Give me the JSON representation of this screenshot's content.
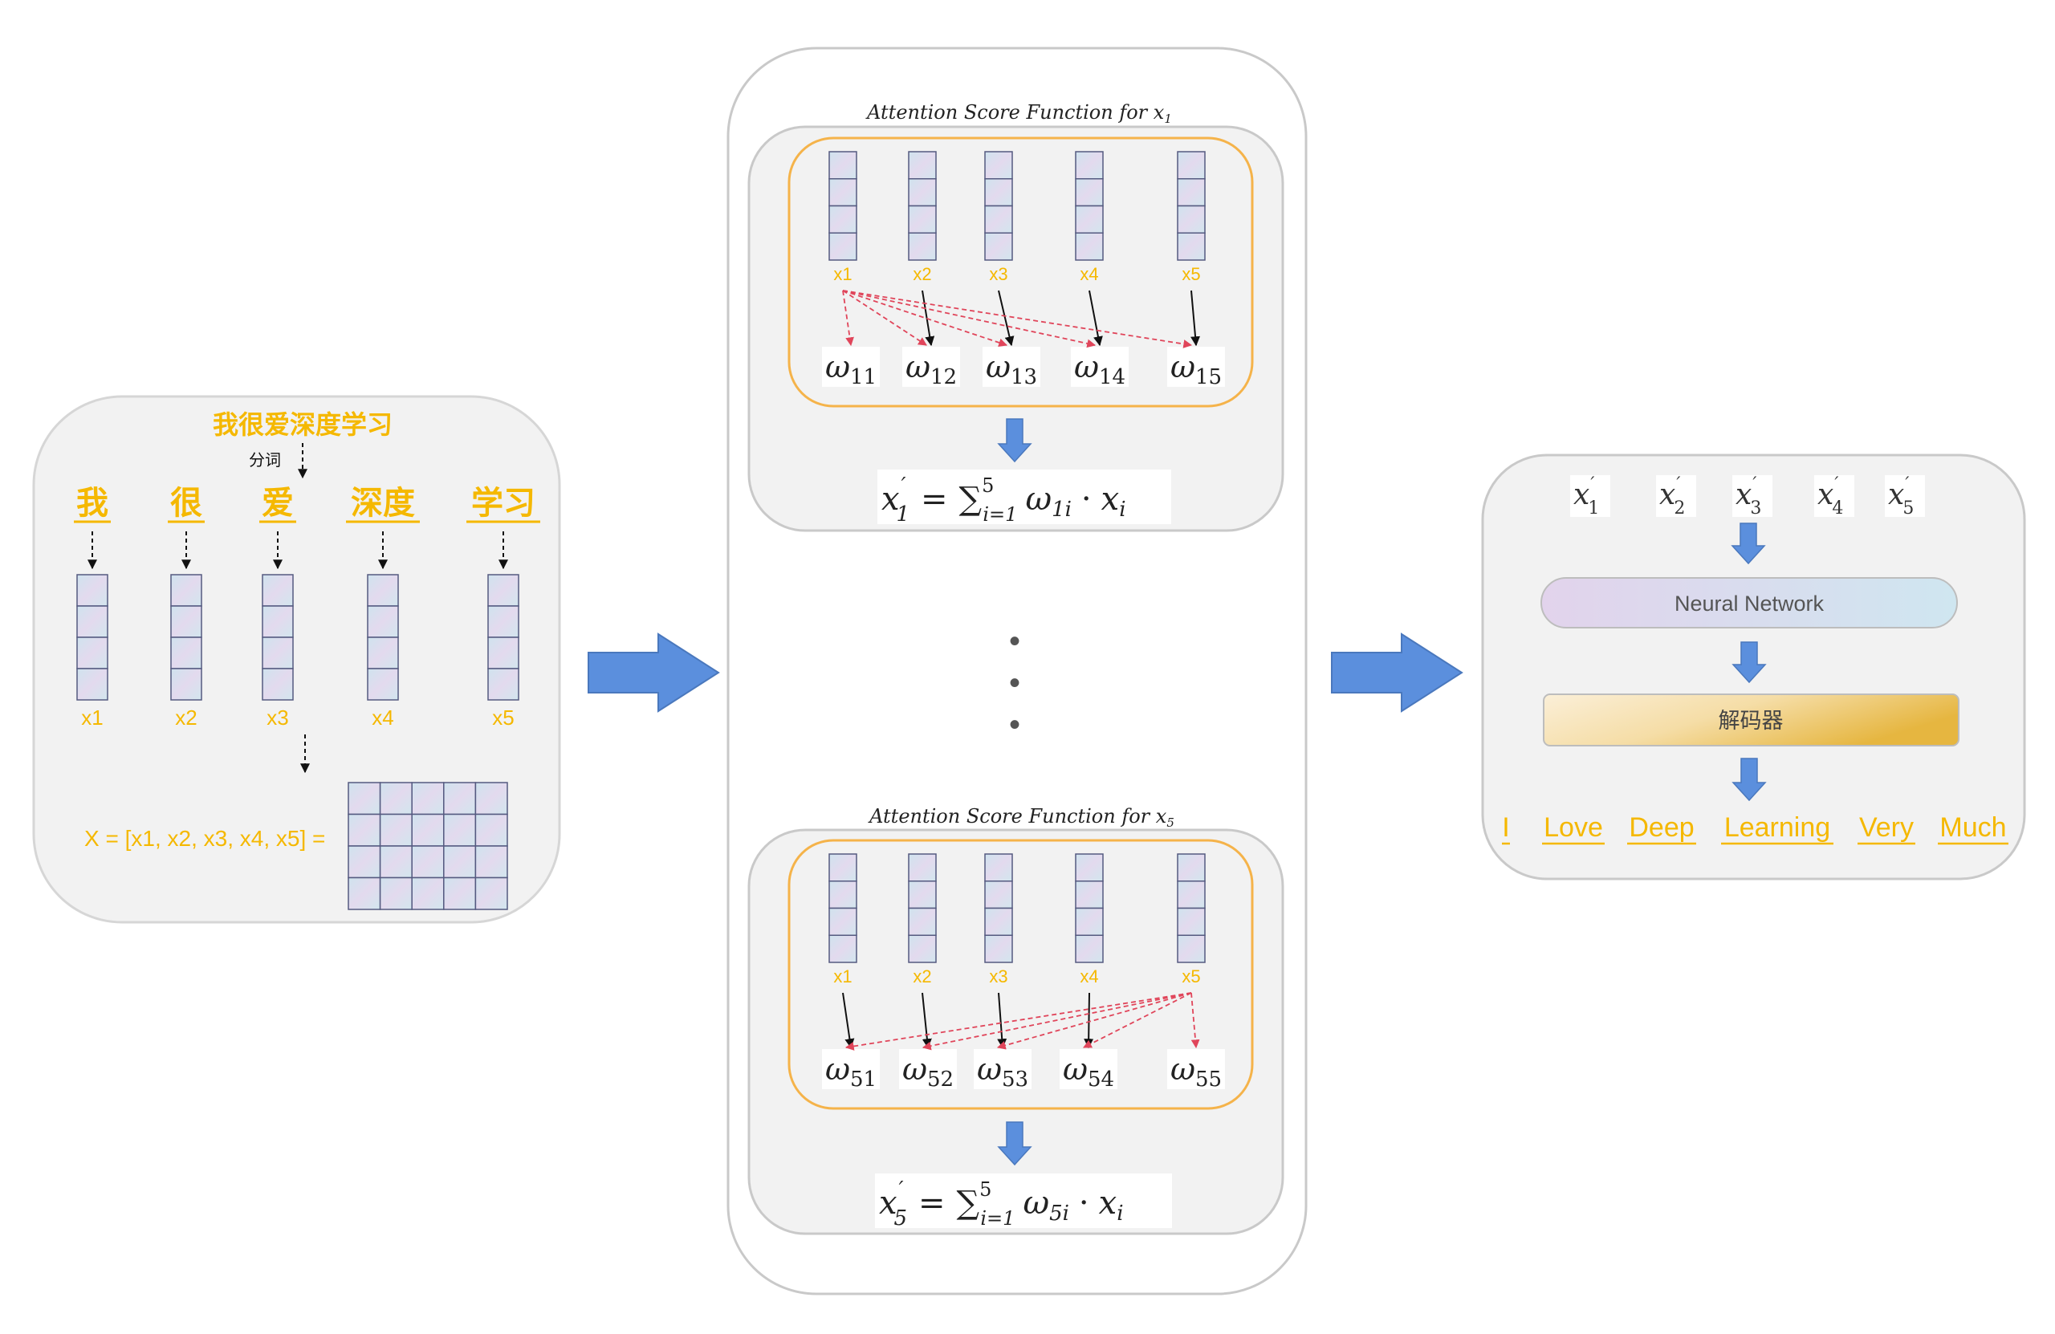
{
  "left_panel": {
    "sentence": "我很爱深度学习",
    "tokenize_label": "分词",
    "tokens": [
      "我",
      "很",
      "爱",
      "深度",
      "学习"
    ],
    "vector_labels": [
      "x1",
      "x2",
      "x3",
      "x4",
      "x5"
    ],
    "matrix_label": "X = [x1, x2, x3, x4, x5] ="
  },
  "middle_panel": {
    "top_block": {
      "title_prefix": "Attention Score Function for ",
      "title_var": "x",
      "title_sub": "1",
      "vector_labels": [
        "x1",
        "x2",
        "x3",
        "x4",
        "x5"
      ],
      "weights": [
        {
          "w": "ω",
          "sub": "11"
        },
        {
          "w": "ω",
          "sub": "12"
        },
        {
          "w": "ω",
          "sub": "13"
        },
        {
          "w": "ω",
          "sub": "14"
        },
        {
          "w": "ω",
          "sub": "15"
        }
      ],
      "formula": {
        "lhs": "x",
        "lhs_sub": "1",
        "prime": "′",
        "eq": "=",
        "sum": "∑",
        "sum_top": "5",
        "sum_bottom": "i=1",
        "term": "ω",
        "term_sub": "1i",
        "dot": "·",
        "x": "x",
        "x_sub": "i"
      }
    },
    "ellipsis": [
      "•",
      "•",
      "•"
    ],
    "bottom_block": {
      "title_prefix": "Attention Score Function for ",
      "title_var": "x",
      "title_sub": "5",
      "vector_labels": [
        "x1",
        "x2",
        "x3",
        "x4",
        "x5"
      ],
      "weights": [
        {
          "w": "ω",
          "sub": "51"
        },
        {
          "w": "ω",
          "sub": "52"
        },
        {
          "w": "ω",
          "sub": "53"
        },
        {
          "w": "ω",
          "sub": "54"
        },
        {
          "w": "ω",
          "sub": "55"
        }
      ],
      "formula": {
        "lhs": "x",
        "lhs_sub": "5",
        "prime": "′",
        "eq": "=",
        "sum": "∑",
        "sum_top": "5",
        "sum_bottom": "i=1",
        "term": "ω",
        "term_sub": "5i",
        "dot": "·",
        "x": "x",
        "x_sub": "i"
      }
    }
  },
  "right_panel": {
    "outputs": [
      {
        "x": "x",
        "prime": "′",
        "sub": "1"
      },
      {
        "x": "x",
        "prime": "′",
        "sub": "2"
      },
      {
        "x": "x",
        "prime": "′",
        "sub": "3"
      },
      {
        "x": "x",
        "prime": "′",
        "sub": "4"
      },
      {
        "x": "x",
        "prime": "′",
        "sub": "5"
      }
    ],
    "network_label": "Neural Network",
    "decoder_label": "解码器",
    "words": [
      "I",
      "Love",
      "Deep",
      "Learning",
      "Very",
      "Much"
    ]
  },
  "colors": {
    "accent_orange": "#F5B800",
    "arrow_blue": "#5B8FDD",
    "attention_red": "#E0455A",
    "panel_gray": "#F2F2F2",
    "border_gray": "#C9C9C9"
  }
}
